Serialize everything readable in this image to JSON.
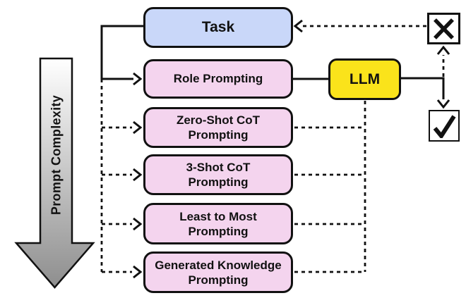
{
  "diagram": {
    "complexity_arrow": {
      "label": "Prompt Complexity"
    },
    "nodes": {
      "task": {
        "label": "Task"
      },
      "role_prompting": {
        "label": "Role Prompting"
      },
      "zero_shot_cot": {
        "lines": [
          "Zero-Shot CoT",
          "Prompting"
        ]
      },
      "three_shot_cot": {
        "lines": [
          "3-Shot CoT",
          "Prompting"
        ]
      },
      "least_to_most": {
        "lines": [
          "Least to Most",
          "Prompting"
        ]
      },
      "generated_knowledge": {
        "lines": [
          "Generated Knowledge",
          "Prompting"
        ]
      },
      "llm": {
        "label": "LLM"
      },
      "reject": {
        "icon": "x-icon",
        "symbol": "✕"
      },
      "accept": {
        "icon": "check-icon",
        "symbol": "✓"
      }
    },
    "edges": [
      {
        "from": "task",
        "to": "role_prompting",
        "style": "solid",
        "arrow": true
      },
      {
        "from": "task",
        "to": "zero_shot_cot",
        "style": "dashed",
        "arrow": true
      },
      {
        "from": "task",
        "to": "three_shot_cot",
        "style": "dashed",
        "arrow": true
      },
      {
        "from": "task",
        "to": "least_to_most",
        "style": "dashed",
        "arrow": true
      },
      {
        "from": "task",
        "to": "generated_knowledge",
        "style": "dashed",
        "arrow": true
      },
      {
        "from": "role_prompting",
        "to": "llm",
        "style": "solid",
        "arrow": false
      },
      {
        "from": "zero_shot_cot",
        "to": "llm",
        "style": "dashed",
        "arrow": false
      },
      {
        "from": "three_shot_cot",
        "to": "llm",
        "style": "dashed",
        "arrow": false
      },
      {
        "from": "least_to_most",
        "to": "llm",
        "style": "dashed",
        "arrow": false
      },
      {
        "from": "generated_knowledge",
        "to": "llm",
        "style": "dashed",
        "arrow": false
      },
      {
        "from": "llm",
        "to": "accept",
        "style": "solid",
        "arrow": true
      },
      {
        "from": "llm",
        "to": "reject",
        "style": "dashed",
        "arrow": true
      },
      {
        "from": "reject",
        "to": "task",
        "style": "dashed",
        "arrow": true
      }
    ],
    "colors": {
      "task_fill": "#c9d7f9",
      "prompting_fill": "#f4d4ee",
      "llm_fill": "#fae31b",
      "outline": "#111111",
      "complexity_arrow_top": "#ffffff",
      "complexity_arrow_bottom": "#8e8e8e"
    }
  }
}
